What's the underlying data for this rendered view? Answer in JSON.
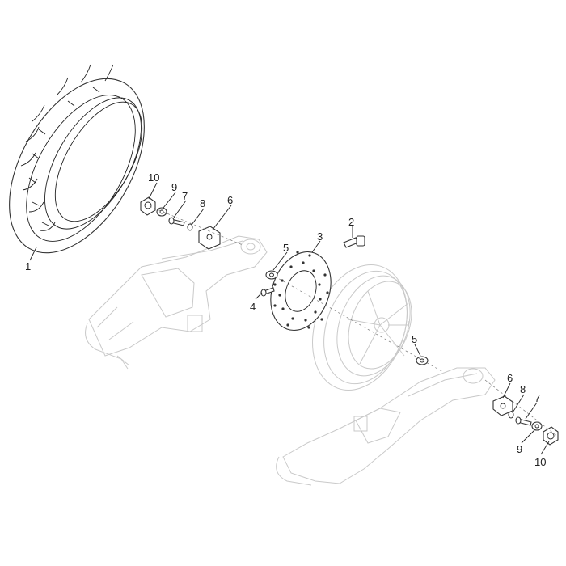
{
  "diagram": {
    "callouts": [
      {
        "id": "tyre",
        "label": "1"
      },
      {
        "id": "valve",
        "label": "2"
      },
      {
        "id": "brake-disc",
        "label": "3"
      },
      {
        "id": "disc-screw",
        "label": "4"
      },
      {
        "id": "washer-upper",
        "label": "5"
      },
      {
        "id": "washer-lower",
        "label": "5"
      },
      {
        "id": "spacer-upper",
        "label": "6"
      },
      {
        "id": "spacer-lower",
        "label": "6"
      },
      {
        "id": "bolt-upper",
        "label": "7"
      },
      {
        "id": "bolt-lower",
        "label": "7"
      },
      {
        "id": "ring-upper",
        "label": "8"
      },
      {
        "id": "ring-lower",
        "label": "8"
      },
      {
        "id": "washer9-upper",
        "label": "9"
      },
      {
        "id": "washer9-lower",
        "label": "9"
      },
      {
        "id": "nut-upper",
        "label": "10"
      },
      {
        "id": "nut-lower",
        "label": "10"
      }
    ]
  }
}
